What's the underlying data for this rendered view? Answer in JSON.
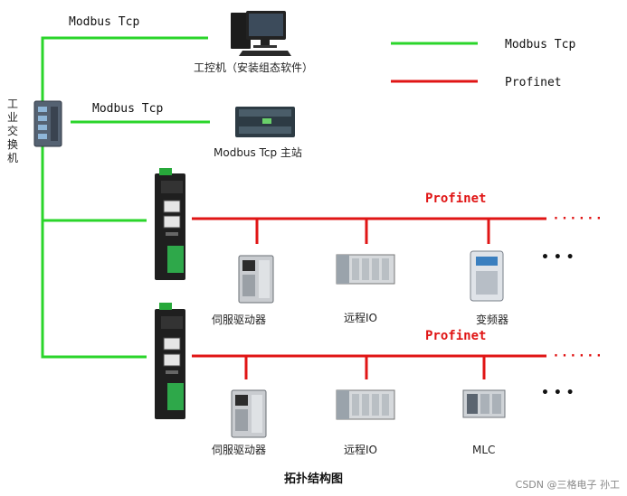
{
  "legend": {
    "modbus_label": "Modbus Tcp",
    "profinet_label": "Profinet",
    "modbus_color": "#2ad52a",
    "profinet_color": "#e01515"
  },
  "switch": {
    "label": "工业交换机"
  },
  "pc": {
    "label": "工控机（安装组态软件）",
    "link_label": "Modbus Tcp",
    "icon": "computer-icon"
  },
  "master": {
    "label": "Modbus Tcp 主站",
    "link_label": "Modbus Tcp",
    "icon": "plc-icon"
  },
  "gateway1": {
    "bus_label": "Profinet",
    "devices": [
      {
        "label": "伺服驱动器",
        "icon": "servo-drive-icon"
      },
      {
        "label": "远程IO",
        "icon": "remote-io-icon"
      },
      {
        "label": "变频器",
        "icon": "inverter-icon"
      }
    ]
  },
  "gateway2": {
    "bus_label": "Profinet",
    "devices": [
      {
        "label": "伺服驱动器",
        "icon": "servo-drive-icon"
      },
      {
        "label": "远程IO",
        "icon": "remote-io-icon"
      },
      {
        "label": "MLC",
        "icon": "mlc-icon"
      }
    ]
  },
  "ellipsis": "· · · · · ·",
  "dots": "• • •",
  "caption": "拓扑结构图",
  "watermark": "CSDN @三格电子 孙工"
}
